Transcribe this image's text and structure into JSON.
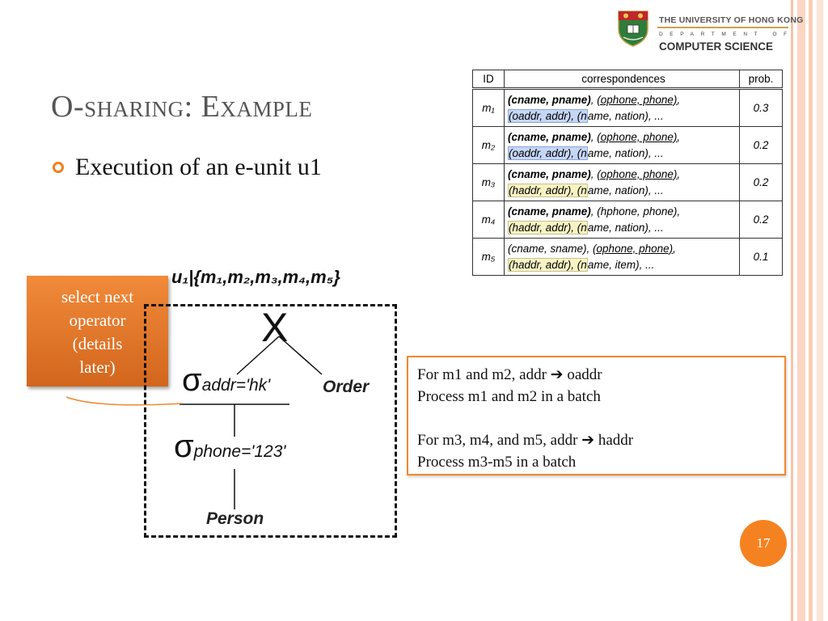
{
  "logo": {
    "university": "THE UNIVERSITY OF HONG KONG",
    "department": "DEPARTMENT OF",
    "school": "COMPUTER SCIENCE"
  },
  "title": "O-sharing: Example",
  "bullet": "Execution of an e-unit u1",
  "table": {
    "headers": [
      "ID",
      "correspondences",
      "prob."
    ],
    "rows": [
      {
        "id": "m₁",
        "line1_bold": "(cname, pname)",
        "line1_rest": ", ",
        "line1_ul": "(ophone, phone)",
        "line1_end": ",",
        "line2_hl": "(oaddr, addr), (n",
        "line2_rest": "ame, nation), ...",
        "hl": "blue",
        "prob": "0.3"
      },
      {
        "id": "m₂",
        "line1_bold": "(cname, pname)",
        "line1_rest": ", ",
        "line1_ul": "(ophone, phone)",
        "line1_end": ",",
        "line2_hl": "(oaddr, addr), (n",
        "line2_rest": "ame, nation), ...",
        "hl": "blue",
        "prob": "0.2"
      },
      {
        "id": "m₃",
        "line1_bold": "(cname, pname)",
        "line1_rest": ", ",
        "line1_ul": "(ophone, phone)",
        "line1_end": ",",
        "line2_hl": "(haddr, addr), (n",
        "line2_rest": "ame, nation), ...",
        "hl": "yellow",
        "prob": "0.2"
      },
      {
        "id": "m₄",
        "line1_bold": "(cname, pname)",
        "line1_rest": ", (hphone, phone),",
        "line1_ul": "",
        "line1_end": "",
        "line2_hl": "(haddr, addr), (n",
        "line2_rest": "ame, nation), ...",
        "hl": "yellow",
        "prob": "0.2"
      },
      {
        "id": "m₅",
        "line1_bold": "",
        "line1_rest": "(cname, sname), ",
        "line1_ul": "(ophone, phone)",
        "line1_end": ",",
        "line2_hl": "(haddr, addr), (n",
        "line2_rest": "ame, item), ...",
        "hl": "yellow",
        "prob": "0.1"
      }
    ]
  },
  "note": {
    "line1": "select next",
    "line2": "operator",
    "line3": "(details",
    "line4": "later)"
  },
  "expression": "u₁|{m₁,m₂,m₃,m₄,m₅}",
  "tree": {
    "join": "X",
    "sigma": "σ",
    "selection1": "addr='hk'",
    "selection2": "phone='123'",
    "relation_right": "Order",
    "relation_bottom": "Person"
  },
  "explanation": {
    "line1": "For m1 and m2, addr ➔ oaddr",
    "line2": "Process m1 and m2 in a batch",
    "line3": "For m3, m4, and m5, addr ➔ haddr",
    "line4": "Process m3-m5 in a batch"
  },
  "page_number": "17",
  "colors": {
    "accent": "#f58220",
    "title": "#555555",
    "highlight_blue": "#c6d6f5",
    "highlight_yellow": "#f7f3c4"
  }
}
